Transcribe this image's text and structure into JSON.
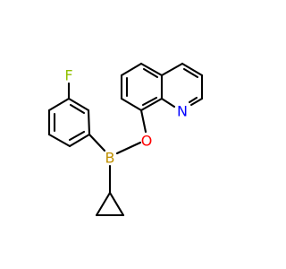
{
  "molecule": {
    "atoms": {
      "F": {
        "label": "F",
        "color": "#90c000"
      },
      "B": {
        "label": "B",
        "color": "#c09000"
      },
      "O": {
        "label": "O",
        "color": "#ff0000"
      },
      "N": {
        "label": "N",
        "color": "#0000ff"
      }
    },
    "bond_color": "#000000"
  }
}
